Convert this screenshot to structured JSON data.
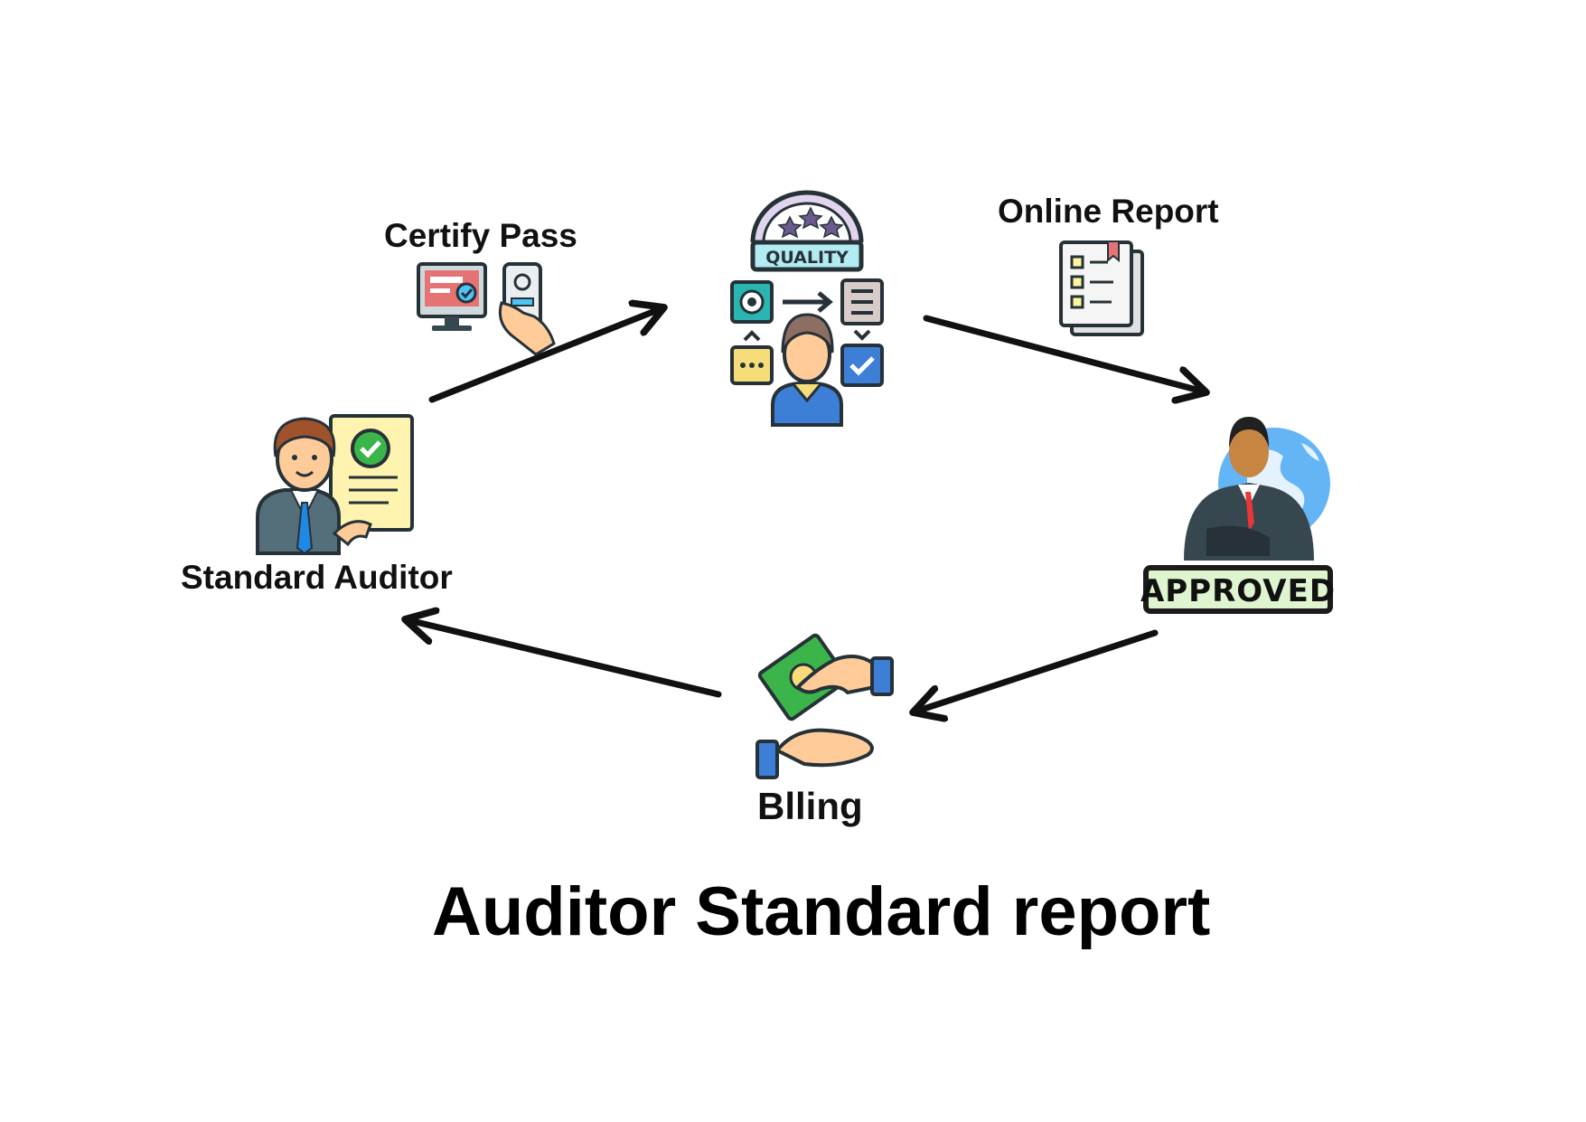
{
  "diagram": {
    "title": "Auditor Standard report",
    "nodes": {
      "certify": {
        "label": "Certify Pass"
      },
      "quality": {
        "badge": "QUALITY"
      },
      "online": {
        "label": "Online Report"
      },
      "approved": {
        "stamp": "APPROVED"
      },
      "billing": {
        "label": "Blling"
      },
      "auditor": {
        "label": "Standard Auditor"
      }
    },
    "flow": [
      "Standard Auditor",
      "Certify Pass",
      "Online Report",
      "APPROVED",
      "Blling",
      "Standard Auditor"
    ],
    "icons": [
      "computer-pass-icon",
      "phone-pass-icon",
      "quality-badge-icon",
      "workflow-person-icon",
      "checklist-report-icon",
      "businessman-globe-icon",
      "money-exchange-hands-icon",
      "auditor-certificate-icon"
    ],
    "colors": {
      "arrow": "#111111",
      "teal": "#2ab5b0",
      "purple": "#6a5a8e",
      "yellow": "#f7dc7a",
      "blue": "#3d7fd6",
      "green": "#3bb54a",
      "approved_fill": "#dff5d0"
    }
  }
}
